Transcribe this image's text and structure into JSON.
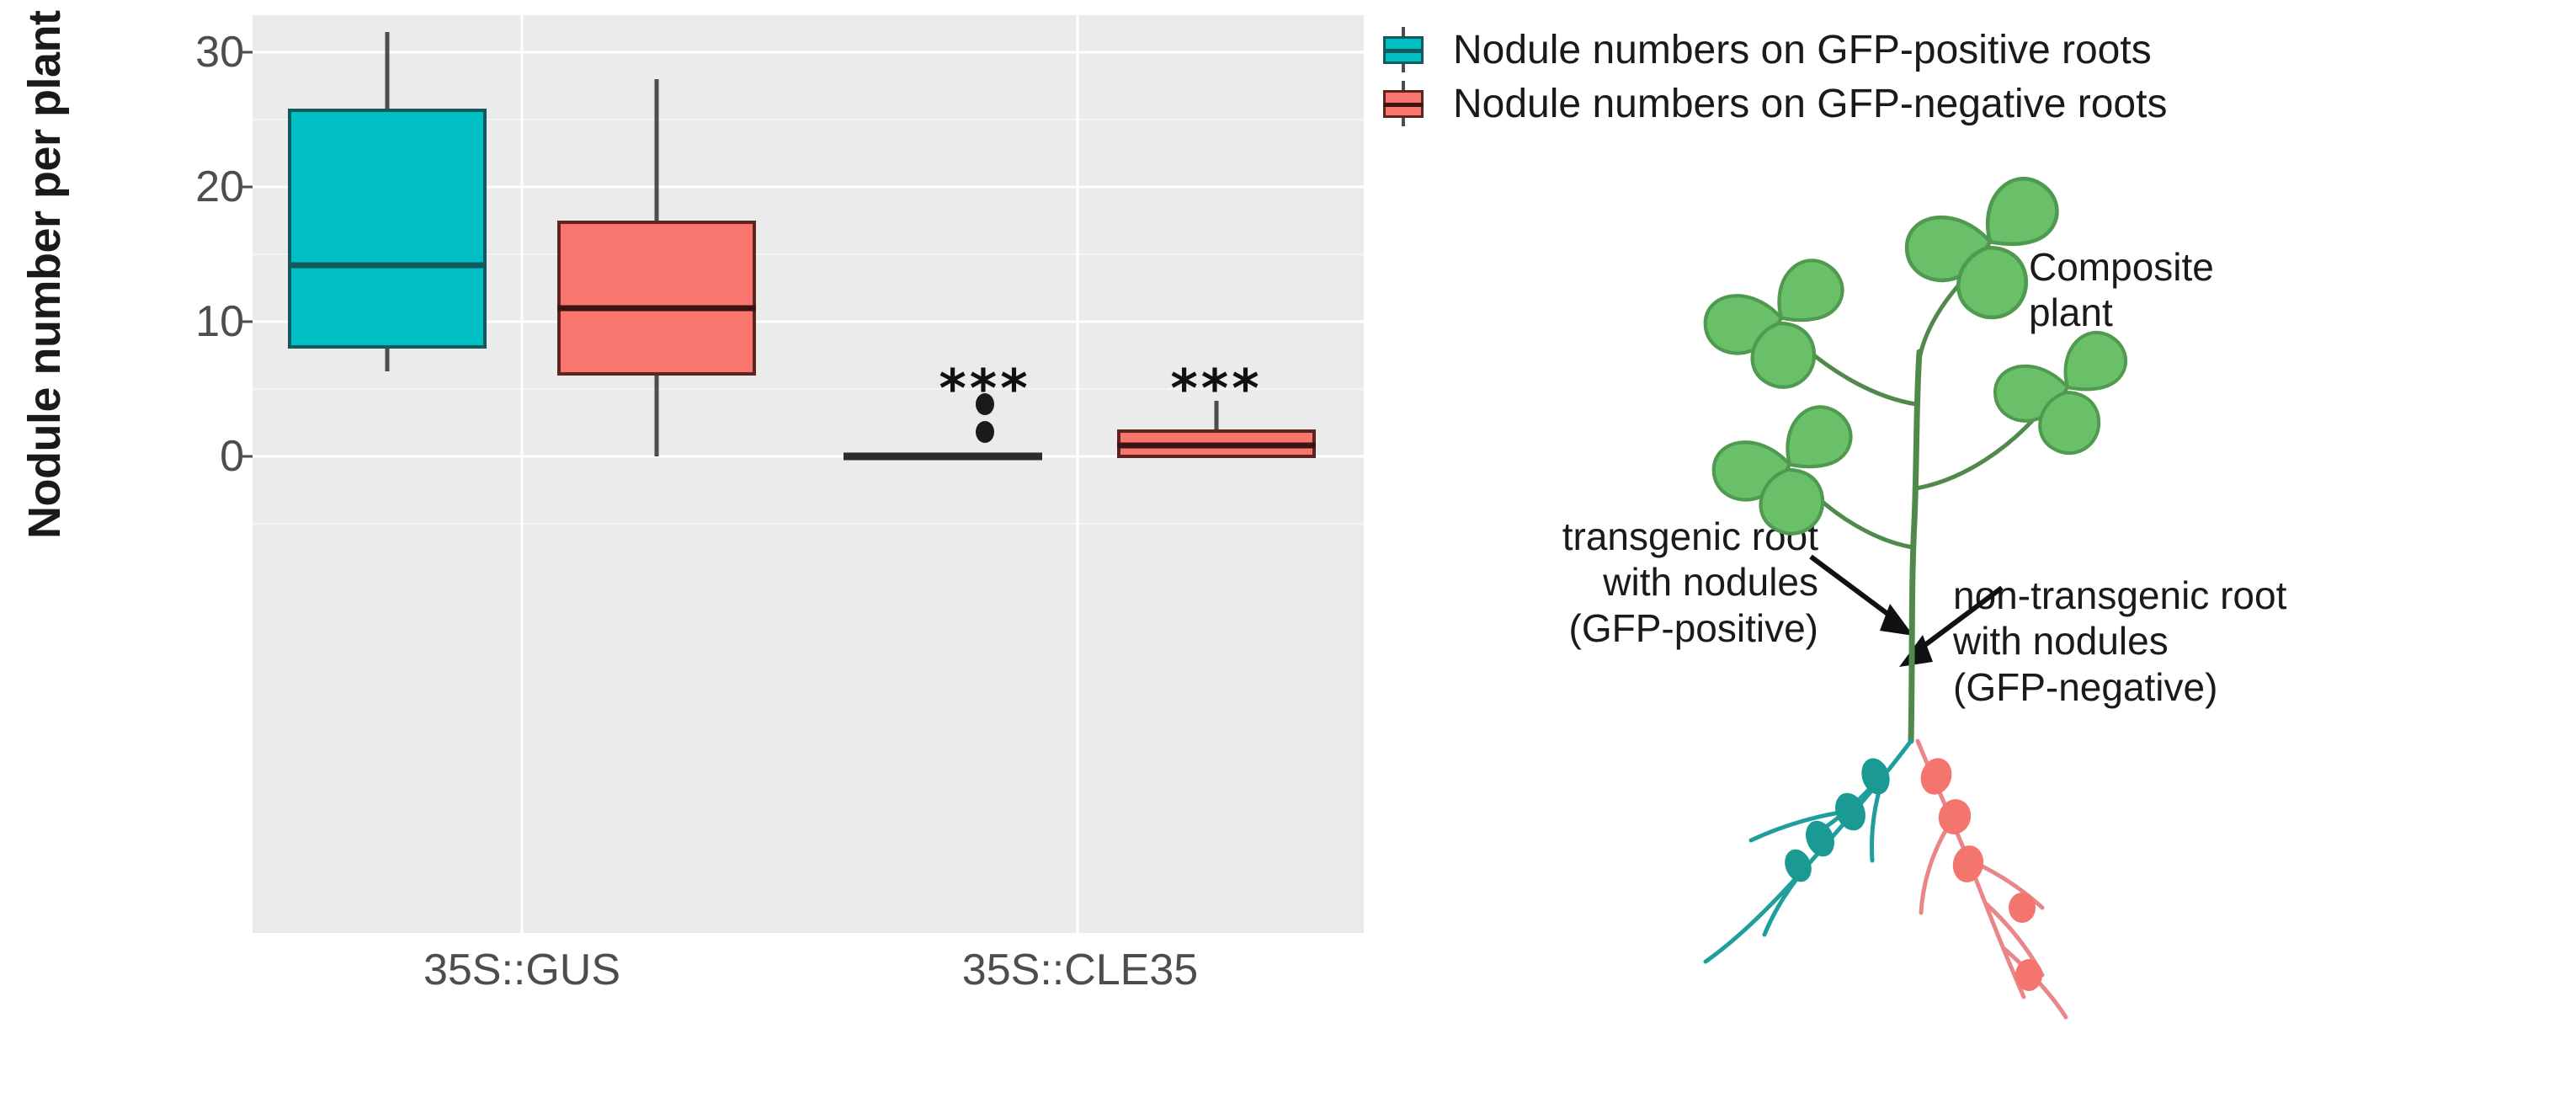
{
  "chart_data": {
    "type": "box",
    "title": "",
    "xlabel": "",
    "ylabel": "Nodule number per plant",
    "ylim": [
      -2.2,
      33.5
    ],
    "yticks": [
      0,
      10,
      20,
      30
    ],
    "ytick_labels": [
      "0",
      "10",
      "20",
      "30"
    ],
    "grid": "horizontal-and-vertical-white-on-grey",
    "categories": [
      "35S::GUS",
      "35S::CLE35"
    ],
    "legend_position": "right",
    "series": [
      {
        "name": "Nodule numbers on GFP-positive roots",
        "color": "#00BFC4",
        "boxes": [
          {
            "category": "35S::GUS",
            "q1": 8.0,
            "median": 14.2,
            "q3": 25.8,
            "whisker_low": 6.3,
            "whisker_high": 31.5,
            "outliers": []
          },
          {
            "category": "35S::CLE35",
            "q1": 0.0,
            "median": 0.0,
            "q3": 0.0,
            "whisker_low": 0.0,
            "whisker_high": 0.0,
            "outliers": [
              1.0,
              2.0
            ],
            "significance": "***"
          }
        ]
      },
      {
        "name": "Nodule numbers on GFP-negative roots",
        "color": "#F8766D",
        "boxes": [
          {
            "category": "35S::GUS",
            "q1": 6.0,
            "median": 11.0,
            "q3": 17.5,
            "whisker_low": 0.0,
            "whisker_high": 28.0,
            "outliers": []
          },
          {
            "category": "35S::CLE35",
            "q1": 0.0,
            "median": 0.8,
            "q3": 2.0,
            "whisker_low": 0.0,
            "whisker_high": 4.0,
            "outliers": [],
            "significance": "***"
          }
        ]
      }
    ],
    "annotations": [
      {
        "text": "***",
        "category": "35S::CLE35",
        "series": "GFP-positive",
        "value": 4.6
      },
      {
        "text": "***",
        "category": "35S::CLE35",
        "series": "GFP-negative",
        "value": 4.6
      }
    ]
  },
  "axis": {
    "y_title": "Nodule number per plant",
    "y_ticks": [
      "30",
      "20",
      "10",
      "0"
    ],
    "x_ticks": [
      "35S::GUS",
      "35S::CLE35"
    ]
  },
  "legend": {
    "items": [
      {
        "label": "Nodule numbers on GFP-positive roots",
        "color": "#00BFC4"
      },
      {
        "label": "Nodule numbers on GFP-negative roots",
        "color": "#F8766D"
      }
    ]
  },
  "diagram": {
    "composite_label_line1": "Composite",
    "composite_label_line2": "plant",
    "left_annotation_line1": "transgenic root",
    "left_annotation_line2": "with nodules",
    "left_annotation_line3": "(GFP-positive)",
    "right_annotation_line1": "non-transgenic root",
    "right_annotation_line2": "with nodules",
    "right_annotation_line3": "(GFP-negative)",
    "leaf_color": "#6abf69",
    "stem_color": "#4f8a4a",
    "transgenic_root_color": "#1f9e9e",
    "transgenic_nodule_color": "#1a9a92",
    "nontransgenic_root_color": "#e8868a",
    "nontransgenic_nodule_color": "#f4756e"
  },
  "colors": {
    "panel_background": "#ebebeb",
    "grid_major": "#ffffff",
    "teal": "#00BFC4",
    "teal_border": "#14595c",
    "salmon": "#F8766D",
    "salmon_border": "#5e2420",
    "text": "#1a1a1a",
    "tick_text": "#4d4d4d"
  }
}
